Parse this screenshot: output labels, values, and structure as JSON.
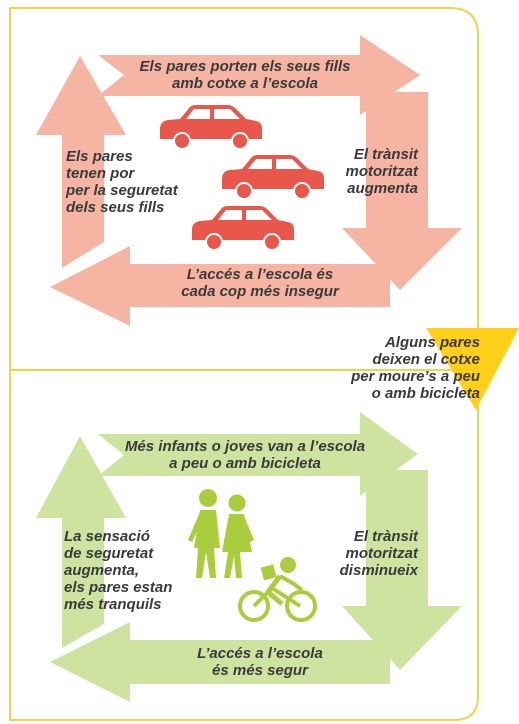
{
  "colors": {
    "frame": "#f3d24a",
    "top_arrow": "#f6b5a2",
    "top_arrow_dark": "#ee9a83",
    "car": "#e8574a",
    "car_window": "#ffffff",
    "bottom_arrow": "#cfe3a1",
    "bottom_arrow_dark": "#b8d67a",
    "people": "#aacd3e",
    "yellow_triangle": "#ffcf1a",
    "text": "#3a3a3a"
  },
  "icons": {
    "cars": "car-icon",
    "walkers": "walking-people-icon",
    "cyclist": "cyclist-icon"
  },
  "top_cycle": {
    "top": [
      "Els pares porten els seus fills",
      "amb cotxe a l’escola"
    ],
    "right": [
      "El trànsit",
      "motoritzat",
      "augmenta"
    ],
    "bottom": [
      "L’accés a l’escola és",
      "cada cop més insegur"
    ],
    "left": [
      "Els pares",
      "tenen por",
      "per la seguretat",
      "dels seus fills"
    ]
  },
  "transition": [
    "Alguns pares",
    "deixen el cotxe",
    "per moure’s a peu",
    "o amb bicicleta"
  ],
  "bottom_cycle": {
    "top": [
      "Més infants o joves van a l’escola",
      "a peu o amb bicicleta"
    ],
    "right": [
      "El trànsit",
      "motoritzat",
      "disminueix"
    ],
    "bottom": [
      "L’accés a l’escola",
      "és més segur"
    ],
    "left": [
      "La sensació",
      "de seguretat",
      "augmenta,",
      "els pares estan",
      "més tranquils"
    ]
  }
}
